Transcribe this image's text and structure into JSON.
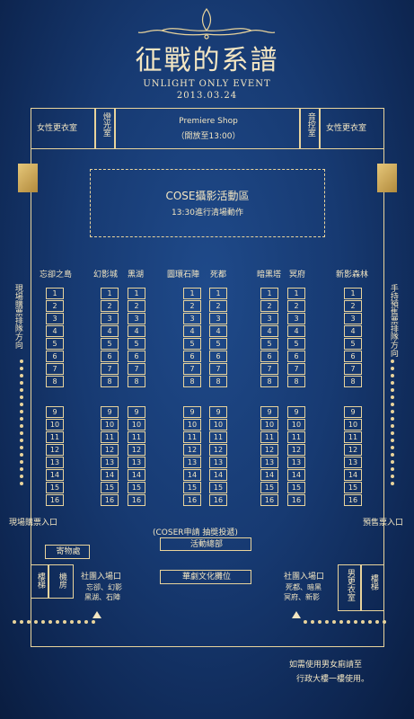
{
  "header": {
    "title": "征戰的系譜",
    "subtitle": "UNLIGHT ONLY EVENT",
    "date": "2013.03.24"
  },
  "top_rooms": {
    "women_dressing_left": "女性更衣室",
    "light_room": "燈光室",
    "shop_title": "Premiere Shop",
    "shop_hours": "（開放至13:00）",
    "sound_room": "音控室",
    "women_dressing_right": "女性更衣室"
  },
  "cosplay_area": {
    "title": "COSE攝影活動區",
    "note": "13:30進行清場動作"
  },
  "queues": {
    "left": "現場購票排隊方向",
    "right": "手持預售票排隊方向"
  },
  "group_labels": {
    "g1": "忘卻之島",
    "g2a": "幻影城",
    "g2b": "黑湖",
    "g3a": "圖環石陣",
    "g3b": "死都",
    "g4a": "暗黑塔",
    "g4b": "冥府",
    "g5": "新影森林"
  },
  "seats": {
    "upper": [
      "1",
      "2",
      "3",
      "4",
      "5",
      "6",
      "7",
      "8"
    ],
    "lower": [
      "9",
      "10",
      "11",
      "12",
      "13",
      "14",
      "15",
      "16"
    ]
  },
  "entrances": {
    "left_ticket": "現場購票入口",
    "right_ticket": "預售票入口"
  },
  "bottom": {
    "coser_apply": "(COSER申請 抽獎投遞)",
    "event_hq": "活動總部",
    "cloakroom": "寄物處",
    "stairs_left": "樓梯",
    "machine_room": "機房",
    "club_entrance_left": "社團入場口",
    "club_left_detail1": "忘卻、幻影",
    "club_left_detail2": "黑湖、石陣",
    "sponsor": "華劇文化攤位",
    "club_entrance_right": "社團入場口",
    "club_right_detail1": "死都、暗黑",
    "club_right_detail2": "冥府、新影",
    "men_dressing": "男更衣室",
    "stairs_right": "樓梯",
    "notice_line1": "如需使用男女廁請至",
    "notice_line2": "行政大樓一樓使用。"
  }
}
